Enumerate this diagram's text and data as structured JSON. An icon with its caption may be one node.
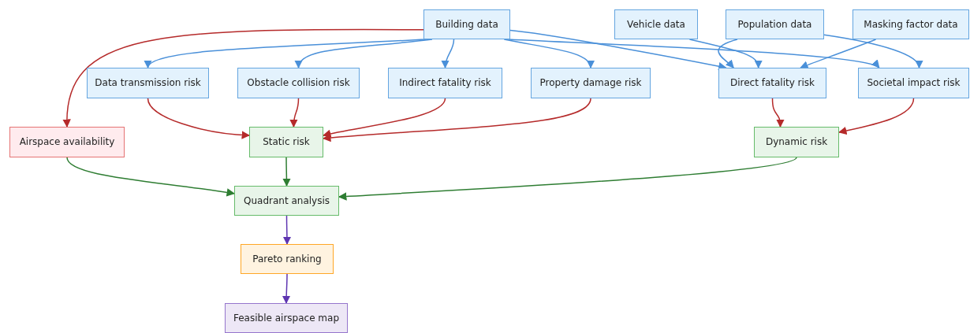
{
  "diagram": {
    "nodes": [
      {
        "text": [
          "Building data"
        ]
      },
      {
        "text": [
          "Vehicle data"
        ]
      },
      {
        "text": [
          "Population data"
        ]
      },
      {
        "text": [
          "Masking factor data"
        ]
      },
      {
        "text": [
          "Data transmission risk"
        ]
      },
      {
        "text": [
          "Obstacle collision risk"
        ]
      },
      {
        "text": [
          "Indirect fatality risk"
        ]
      },
      {
        "text": [
          "Property damage risk"
        ]
      },
      {
        "text": [
          "Direct fatality risk"
        ]
      },
      {
        "text": [
          "Societal impact risk"
        ]
      },
      {
        "text": [
          "Airspace availability"
        ]
      },
      {
        "text": [
          "Static risk"
        ]
      },
      {
        "text": [
          "Dynamic risk"
        ]
      },
      {
        "text": [
          "Quadrant analysis"
        ]
      },
      {
        "text": [
          "Pareto ranking"
        ]
      },
      {
        "text": [
          "Feasible airspace map"
        ]
      }
    ],
    "edges": [
      {
        "from": 0,
        "to": 10,
        "arrow": "to",
        "color": "#b52a2a"
      },
      {
        "from": 0,
        "to": 4,
        "arrow": "to"
      },
      {
        "from": 0,
        "to": 5,
        "arrow": "to"
      },
      {
        "from": 0,
        "to": 6,
        "arrow": "to"
      },
      {
        "from": 0,
        "to": 7,
        "arrow": "to"
      },
      {
        "from": 0,
        "to": 8,
        "arrow": "to"
      },
      {
        "from": 0,
        "to": 9,
        "arrow": "to"
      },
      {
        "from": 1,
        "to": 8,
        "arrow": "to"
      },
      {
        "from": 2,
        "to": 8,
        "arrow": "to"
      },
      {
        "from": 2,
        "to": 9,
        "arrow": "to"
      },
      {
        "from": 3,
        "to": 8,
        "arrow": "to"
      },
      {
        "from": 4,
        "to": 11,
        "arrow": "to",
        "color": "#b52a2a"
      },
      {
        "from": 5,
        "to": 11,
        "arrow": "to",
        "color": "#b52a2a"
      },
      {
        "from": 6,
        "to": 11,
        "arrow": "to",
        "color": "#b52a2a"
      },
      {
        "from": 7,
        "to": 11,
        "arrow": "to",
        "color": "#b52a2a"
      },
      {
        "from": 8,
        "to": 12,
        "arrow": "to",
        "color": "#b52a2a"
      },
      {
        "from": 9,
        "to": 12,
        "arrow": "to",
        "color": "#b52a2a"
      },
      {
        "from": 10,
        "to": 13,
        "arrow": "to",
        "color": "#2e7d32"
      },
      {
        "from": 11,
        "to": 13,
        "arrow": "to",
        "color": "#2e7d32"
      },
      {
        "from": 12,
        "to": 13,
        "arrow": "to",
        "color": "#2e7d32"
      },
      {
        "from": 13,
        "to": 14,
        "arrow": "to",
        "color": "#5e35b1"
      },
      {
        "from": 14,
        "to": 15,
        "arrow": "to",
        "color": "#5e35b1"
      }
    ]
  }
}
